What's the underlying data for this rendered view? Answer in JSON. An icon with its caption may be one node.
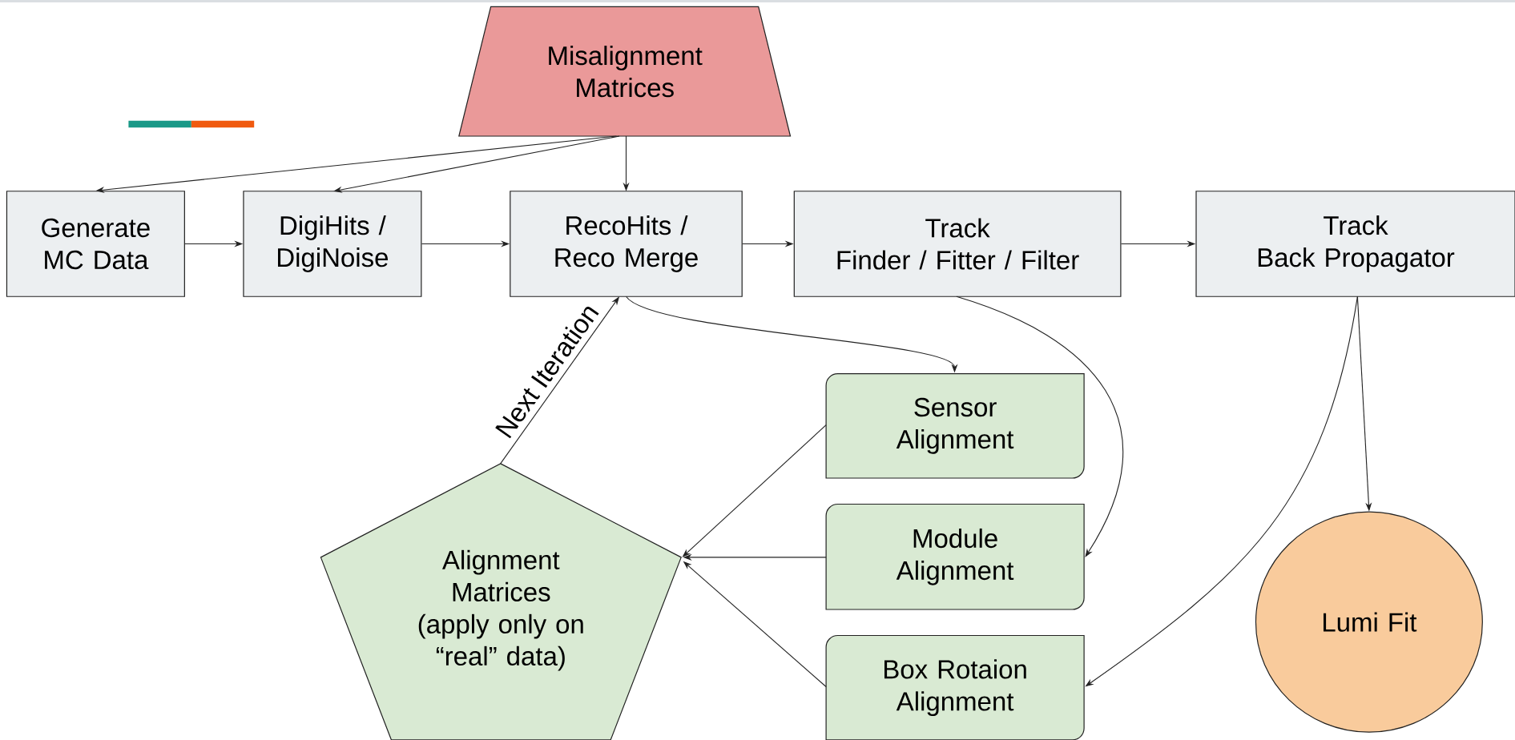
{
  "diagram": {
    "nodes": [
      {
        "text": [
          "Misalignment Matrices"
        ]
      },
      {
        "text": [
          "Generate MC Data"
        ]
      },
      {
        "text": [
          "DigiHits / DigiNoise"
        ]
      },
      {
        "text": [
          "RecoHits / Reco Merge"
        ]
      },
      {
        "text": [
          "Track",
          "Finder / Fitter / Filter"
        ]
      },
      {
        "text": [
          "Track",
          "Back Propagator"
        ]
      },
      {
        "text": [
          "Sensor Alignment"
        ]
      },
      {
        "text": [
          "Module Alignment"
        ]
      },
      {
        "text": [
          "Box Rotaion Alignment"
        ]
      },
      {
        "text": [
          "Alignment Matrices",
          "(apply only on “real” data)"
        ]
      },
      {
        "text": [
          "Lumi Fit"
        ]
      }
    ],
    "edges": [
      {
        "from": 0,
        "to": 1,
        "arrow": "to"
      },
      {
        "from": 0,
        "to": 2,
        "arrow": "to"
      },
      {
        "from": 0,
        "to": 3,
        "arrow": "to"
      },
      {
        "from": 1,
        "to": 2,
        "arrow": "to"
      },
      {
        "from": 2,
        "to": 3,
        "arrow": "to"
      },
      {
        "from": 3,
        "to": 4,
        "arrow": "to"
      },
      {
        "from": 4,
        "to": 5,
        "arrow": "to"
      },
      {
        "from": 3,
        "to": 6,
        "arrow": "to"
      },
      {
        "from": 4,
        "to": 7,
        "arrow": "to"
      },
      {
        "from": 5,
        "to": 8,
        "arrow": "to"
      },
      {
        "from": 5,
        "to": 10,
        "arrow": "to"
      },
      {
        "from": 6,
        "to": 9,
        "arrow": "to"
      },
      {
        "from": 7,
        "to": 9,
        "arrow": "to"
      },
      {
        "from": 8,
        "to": 9,
        "arrow": "to"
      },
      {
        "from": 9,
        "to": 3,
        "arrow": "to",
        "label": "Next Iteration"
      }
    ]
  }
}
